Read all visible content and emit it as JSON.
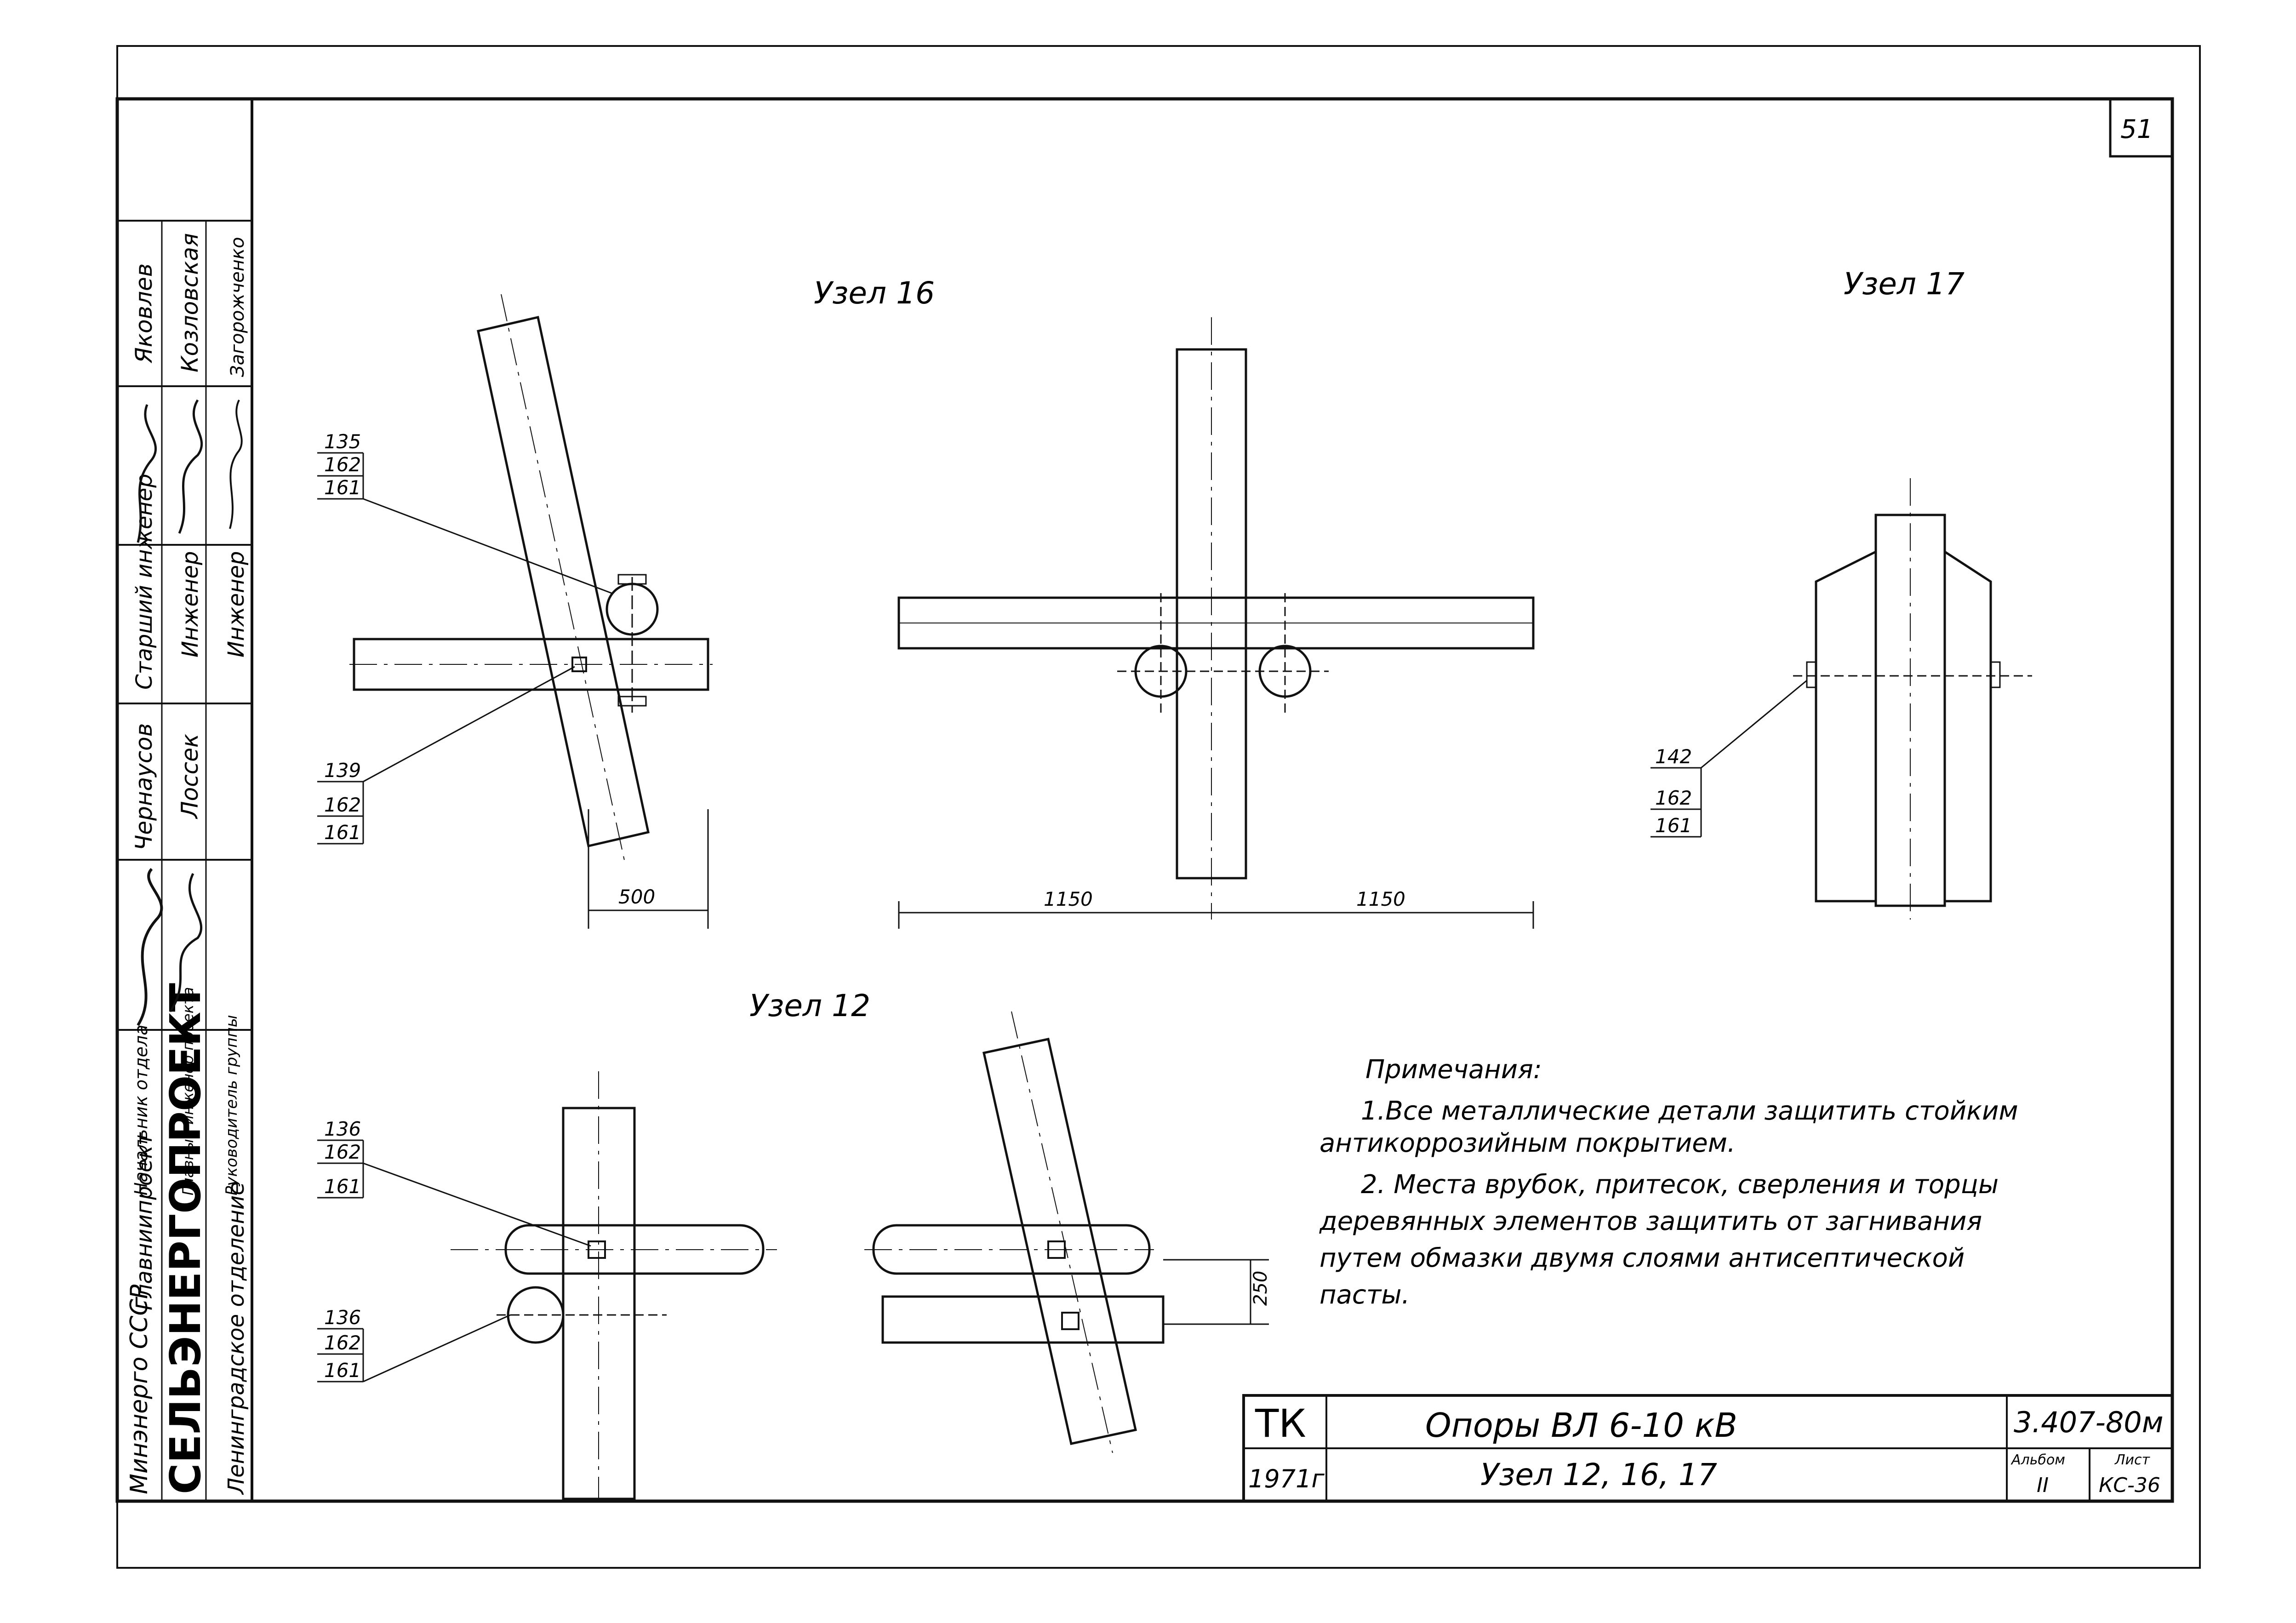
{
  "sheet_number": "51",
  "stamp": {
    "org_lines": [
      "Минэнерго СССР",
      "Главниипроект",
      "СЕЛЬЭНЕРГОПРОЕКТ",
      "Ленинградское отделение"
    ],
    "roles": [
      {
        "role": "Начальник отдела",
        "name": "Яковлев"
      },
      {
        "role": "Главный инженер проекта",
        "name": "Козловская"
      },
      {
        "role": "Руководитель группы",
        "name": "Загорожченко"
      }
    ],
    "titles": [
      "Старший инженер",
      "Инженер",
      "Инженер"
    ],
    "names2": [
      "Чернаусов",
      "Лоссек"
    ]
  },
  "nodes": {
    "uzel16": {
      "title": "Узел 16",
      "callout_top": [
        "135",
        "162",
        "161"
      ],
      "callout_bottom": [
        "139",
        "162",
        "161"
      ],
      "dim_500": "500",
      "dim_1150_left": "1150",
      "dim_1150_right": "1150"
    },
    "uzel17": {
      "title": "Узел 17",
      "callout": [
        "142",
        "162",
        "161"
      ]
    },
    "uzel12": {
      "title": "Узел 12",
      "callout_top": [
        "136",
        "162",
        "161"
      ],
      "callout_bottom": [
        "136",
        "162",
        "161"
      ],
      "dim_250": "250"
    }
  },
  "notes": {
    "heading": "Примечания:",
    "line1": "1.Все металлические детали защитить стойким",
    "line2": "антикоррозийным покрытием.",
    "line3": "2. Места врубок, притесок, сверления и торцы",
    "line4": "деревянных элементов защитить от загнивания",
    "line5": "путем обмазки двумя слоями антисептической",
    "line6": "пасты."
  },
  "title_block": {
    "code_left": "ТК",
    "year": "1971г",
    "title": "Опоры ВЛ 6-10 кВ",
    "subtitle": "Узел 12, 16, 17",
    "doc_number": "3.407-80м",
    "album_label": "Альбом",
    "album_value": "II",
    "sheet_label": "Лист",
    "sheet_value": "КС-36"
  }
}
